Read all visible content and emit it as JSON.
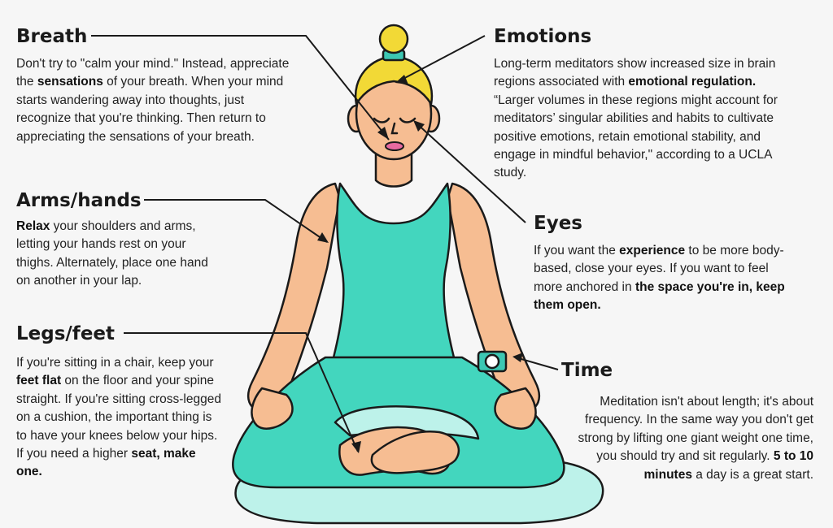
{
  "sections": {
    "breath": {
      "title": "Breath",
      "p1": "Don't try to \"calm your mind.\" Instead, appreciate the ",
      "b1": "sensations",
      "p2": " of your breath. When your mind starts wandering away into thoughts, just recognize that you're thinking. Then return to appreciating the sensations of your breath."
    },
    "arms": {
      "title": "Arms/hands",
      "b1": "Relax",
      "p1": " your shoulders and arms, letting your hands rest on your thighs. Alternately, place one hand on another in your lap."
    },
    "legs": {
      "title": "Legs/feet",
      "p1": "If you're sitting in a chair, keep your ",
      "b1": "feet flat",
      "p2": " on the floor and your spine straight. If you're sitting cross-legged on a cushion, the important thing is to have your knees below your hips. If you need a higher ",
      "b2": "seat, make one."
    },
    "emotions": {
      "title": "Emotions",
      "p1": "Long-term meditators show increased size in brain regions associated with ",
      "b1": "emotional regulation.",
      "p2": " “Larger volumes in these regions might account for meditators’ singular abilities and habits to cultivate positive emotions, retain emotional stability, and engage in mindful behavior,\" according to a UCLA study."
    },
    "eyes": {
      "title": "Eyes",
      "p1": "If you want the ",
      "b1": "experience",
      "p2": " to be more body-based, close your eyes. If you want to feel more anchored in ",
      "b2": "the space you're in, keep them open."
    },
    "time": {
      "title": "Time",
      "p1": "Meditation isn't about length; it's about frequency. In the same way you don't get strong by lifting one giant weight one time, you should try and sit regularly. ",
      "b1": "5 to 10 minutes",
      "p2": " a day is a great start."
    }
  },
  "colors": {
    "skin": "#f6bd92",
    "hair": "#f2d936",
    "outfit": "#43d6be",
    "outfit_dark": "#2fc3ac",
    "cushion": "#bdf2ea",
    "band": "#3cc7b3",
    "lips": "#e86aa0",
    "outline": "#1a1a1a"
  }
}
